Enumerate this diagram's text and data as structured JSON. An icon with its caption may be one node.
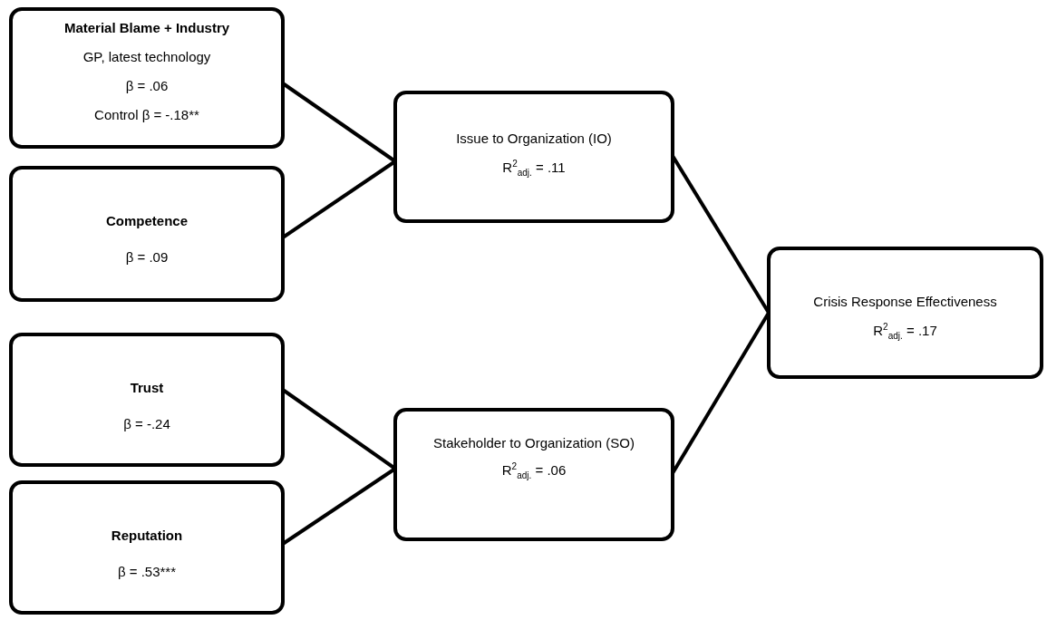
{
  "diagram": {
    "nodes": [
      {
        "text": [
          "Material Blame + Industry",
          "GP, latest technology",
          "β = .06",
          "Control β = -.18**"
        ]
      },
      {
        "text": [
          "Competence",
          "β = .09"
        ]
      },
      {
        "text": [
          "Trust",
          "β = -.24"
        ]
      },
      {
        "text": [
          "Reputation",
          "β = .53***"
        ]
      },
      {
        "text": [
          "Issue to Organization (IO)",
          "R$^{2}$$_{adj.}$ = .11"
        ]
      },
      {
        "text": [
          "Stakeholder to Organization (SO)",
          "R$^{2}$$_{adj.}$ = .06"
        ]
      },
      {
        "text": [
          "Crisis Response Effectiveness",
          "R$^{2}$$_{adj.}$ = .17"
        ]
      }
    ],
    "edges": [
      {
        "from": 0,
        "to": 4,
        "arrow": "none"
      },
      {
        "from": 1,
        "to": 4,
        "arrow": "none"
      },
      {
        "from": 2,
        "to": 5,
        "arrow": "none"
      },
      {
        "from": 3,
        "to": 5,
        "arrow": "none"
      },
      {
        "from": 4,
        "to": 6,
        "arrow": "none"
      },
      {
        "from": 5,
        "to": 6,
        "arrow": "none"
      }
    ]
  }
}
